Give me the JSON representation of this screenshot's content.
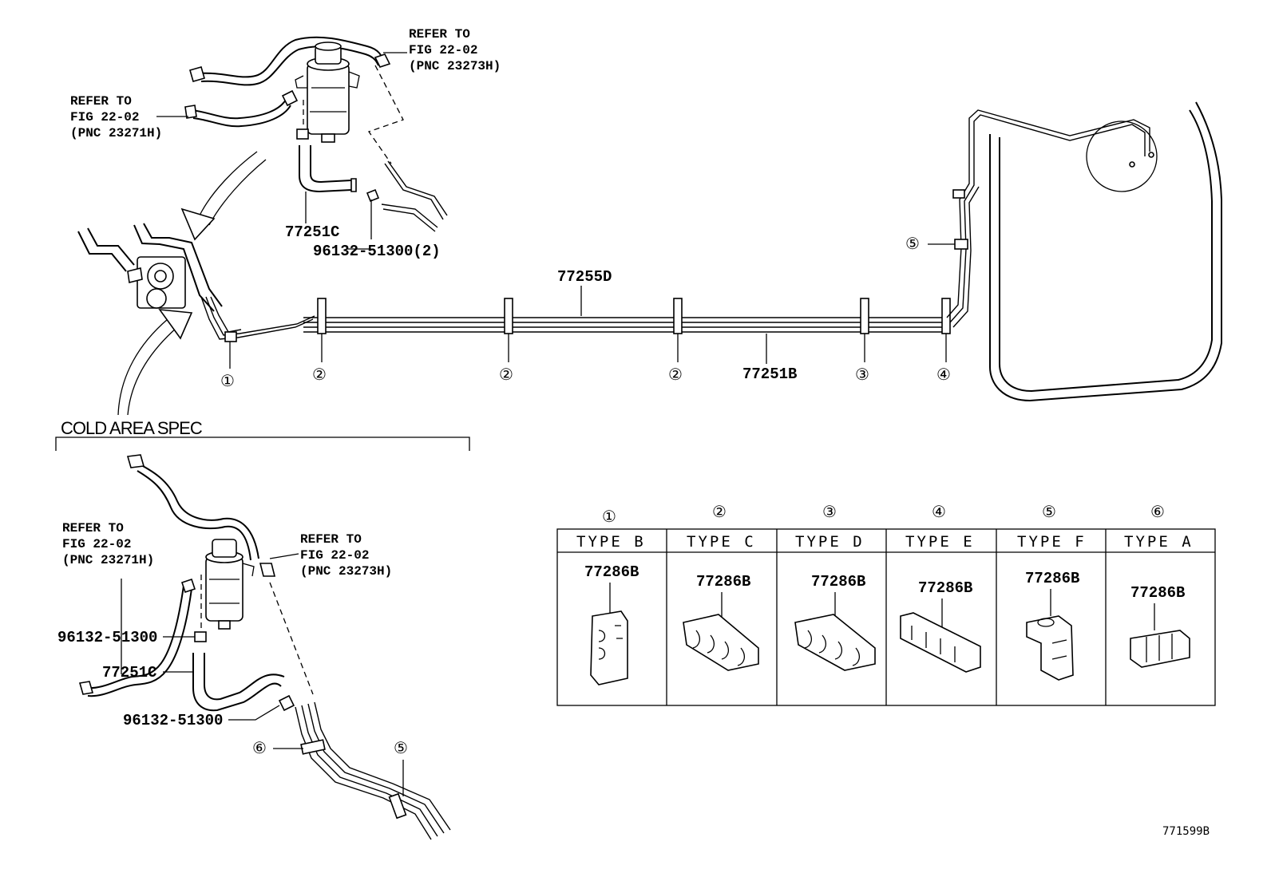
{
  "main_diagram": {
    "refer_top_right": [
      "REFER TO",
      "FIG 22-02",
      "(PNC 23273H)"
    ],
    "refer_top_left": [
      "REFER TO",
      "FIG 22-02",
      "(PNC 23271H)"
    ],
    "part_77251C": "77251C",
    "part_96132_2": "96132-51300(2)",
    "part_77255D": "77255D",
    "part_77251B": "77251B",
    "callouts": [
      "①",
      "②",
      "②",
      "②",
      "③",
      "④",
      "⑤"
    ]
  },
  "cold_area": {
    "title": "COLD AREA SPEC",
    "refer_left": [
      "REFER TO",
      "FIG 22-02",
      "(PNC 23271H)"
    ],
    "refer_right": [
      "REFER TO",
      "FIG 22-02",
      "(PNC 23273H)"
    ],
    "part_96132_a": "96132-51300",
    "part_77251C": "77251C",
    "part_96132_b": "96132-51300",
    "callouts": [
      "⑥",
      "⑤"
    ]
  },
  "clamp_table": {
    "columns": [
      {
        "number": "①",
        "type": "TYPE B",
        "part": "77286B"
      },
      {
        "number": "②",
        "type": "TYPE C",
        "part": "77286B"
      },
      {
        "number": "③",
        "type": "TYPE D",
        "part": "77286B"
      },
      {
        "number": "④",
        "type": "TYPE E",
        "part": "77286B"
      },
      {
        "number": "⑤",
        "type": "TYPE F",
        "part": "77286B"
      },
      {
        "number": "⑥",
        "type": "TYPE A",
        "part": "77286B"
      }
    ]
  },
  "figure_code": "771599B"
}
